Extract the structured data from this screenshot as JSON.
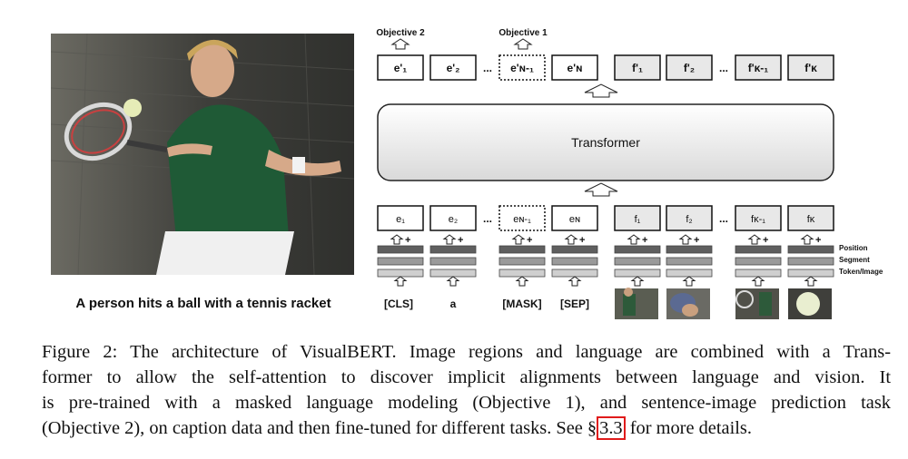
{
  "image_caption": "A person hits a ball with a tennis racket",
  "diagram": {
    "objective_labels": {
      "objective_2": "Objective 2",
      "objective_1": "Objective 1"
    },
    "transformer_label": "Transformer",
    "output_text_tokens": [
      "e'₁",
      "e'₂",
      "e'ɴ-₁",
      "e'ɴ"
    ],
    "output_image_tokens": [
      "f'₁",
      "f'₂",
      "f'ᴋ-₁",
      "f'ᴋ"
    ],
    "input_text_tokens": [
      "e₁",
      "e₂",
      "eɴ-₁",
      "eɴ"
    ],
    "input_image_tokens": [
      "f₁",
      "f₂",
      "fᴋ-₁",
      "fᴋ"
    ],
    "ellipsis": "...",
    "plus_sign": "+",
    "embedding_labels": [
      "Position",
      "Segment",
      "Token/Image"
    ],
    "word_tokens": [
      "[CLS]",
      "a",
      "[MASK]",
      "[SEP]"
    ]
  },
  "figure_caption": {
    "lines": [
      "Figure 2: The architecture of VisualBERT. Image regions and language are combined with a Trans-",
      "former to allow the self-attention to discover implicit alignments between language and vision. It",
      "is pre-trained with a masked language modeling (Objective 1), and sentence-image prediction task"
    ],
    "last_line_before": "(Objective 2), on caption data and then fine-tuned for different tasks. See §",
    "section_ref": "3.3",
    "last_line_after": " for more details."
  }
}
